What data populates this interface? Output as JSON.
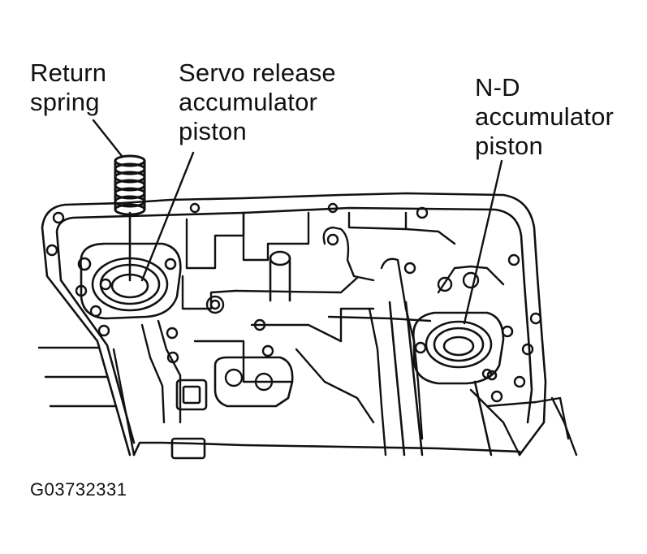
{
  "labels": {
    "return_spring": [
      "Return",
      "spring"
    ],
    "servo_release": [
      "Servo release",
      "accumulator",
      "piston"
    ],
    "nd_accumulator": [
      "N-D",
      "accumulator",
      "piston"
    ]
  },
  "figure_code": "G03732331"
}
